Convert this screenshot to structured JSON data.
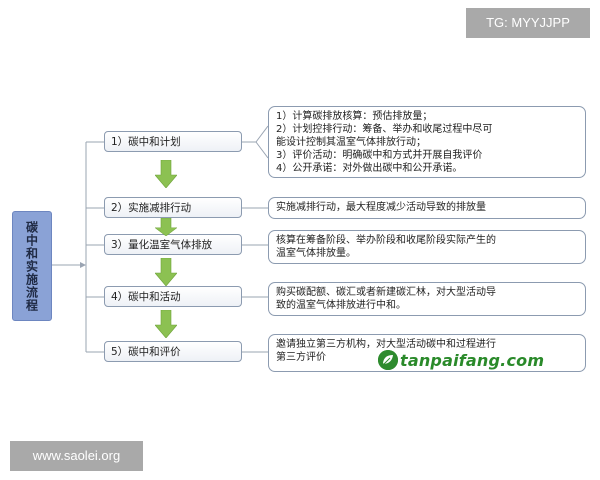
{
  "watermarks": {
    "top_right": "TG: MYYJJPP",
    "bottom_left": "www.saolei.org"
  },
  "logo": {
    "text": "tanpaifang.com"
  },
  "diagram": {
    "root": "碳中和实施流程",
    "steps": [
      {
        "label": "1）碳中和计划",
        "detail": [
          "1）计算碳排放核算：预估排放量；",
          "2）计划控排行动：筹备、举办和收尾过程中尽可",
          "能设计控制其温室气体排放行动；",
          "3）评价活动：明确碳中和方式并开展自我评价",
          "4）公开承诺：对外做出碳中和公开承诺。"
        ]
      },
      {
        "label": "2）实施减排行动",
        "detail": [
          "实施减排行动，最大程度减少活动导致的排放量"
        ]
      },
      {
        "label": "3）量化温室气体排放",
        "detail": [
          "核算在筹备阶段、举办阶段和收尾阶段实际产生的",
          "温室气体排放量。"
        ]
      },
      {
        "label": "4）碳中和活动",
        "detail": [
          "购买碳配额、碳汇或者新建碳汇林，对大型活动导",
          "致的温室气体排放进行中和。"
        ]
      },
      {
        "label": "5）碳中和评价",
        "detail": [
          "邀请独立第三方机构，对大型活动碳中和过程进行",
          "第三方评价"
        ]
      }
    ],
    "colors": {
      "arrow": "#8cc152",
      "root_fill": "#8aa2d6",
      "border": "#8c9bb0"
    }
  }
}
